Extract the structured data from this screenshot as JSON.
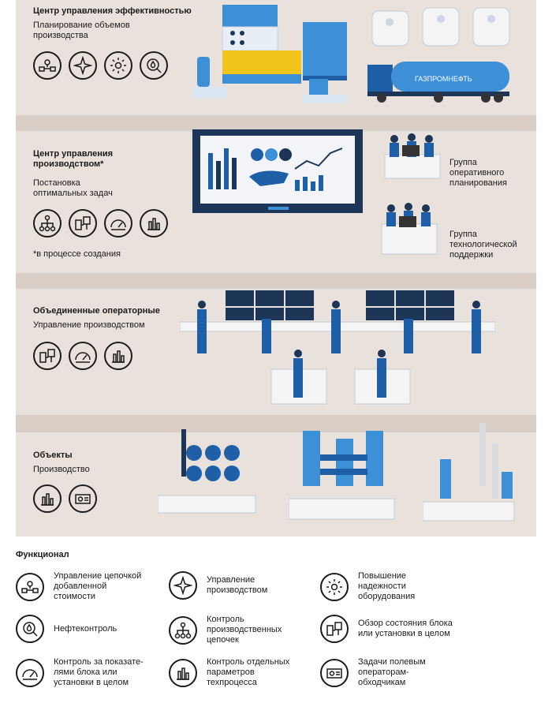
{
  "levels": [
    {
      "title": "Центр управления эффективностью",
      "subtitle": "Планирование объемов производства"
    },
    {
      "title": "Центр управления производством*",
      "subtitle": "Постановка оптимальных задач",
      "note": "*в процессе создания"
    },
    {
      "title": "Объединенные операторные",
      "subtitle": "Управление производством"
    },
    {
      "title": "Объекты",
      "subtitle": "Производство"
    }
  ],
  "groups": {
    "operational": "Группа оперативного планирования",
    "tech_support": "Группа технологической поддержки"
  },
  "brand": {
    "logo_text": "ГАЗПРОМНЕФТЬ"
  },
  "legend": {
    "title": "Функционал",
    "items": [
      {
        "icon": "value-chain-icon",
        "label": "Управление цепочкой добавленной стоимости"
      },
      {
        "icon": "compass-icon",
        "label": "Управление производством"
      },
      {
        "icon": "gear-icon",
        "label": "Повышение надежности оборудования"
      },
      {
        "icon": "oil-drop-icon",
        "label": "Нефтеконтроль"
      },
      {
        "icon": "network-icon",
        "label": "Контроль производственных цепочек"
      },
      {
        "icon": "unit-status-icon",
        "label": "Обзор состояния блока или установки в целом"
      },
      {
        "icon": "gauge-icon",
        "label": "Контроль за показате-лями блока или установки в целом"
      },
      {
        "icon": "bar-chart-icon",
        "label": "Контроль отдельных параметров техпроцесса"
      },
      {
        "icon": "operator-tasks-icon",
        "label": "Задачи полевым операторам-обходчикам"
      }
    ]
  },
  "colors": {
    "band": "#e9e1db",
    "blue": "#1f5fa8",
    "light_blue": "#3d8fd6",
    "navy": "#1d3557"
  }
}
